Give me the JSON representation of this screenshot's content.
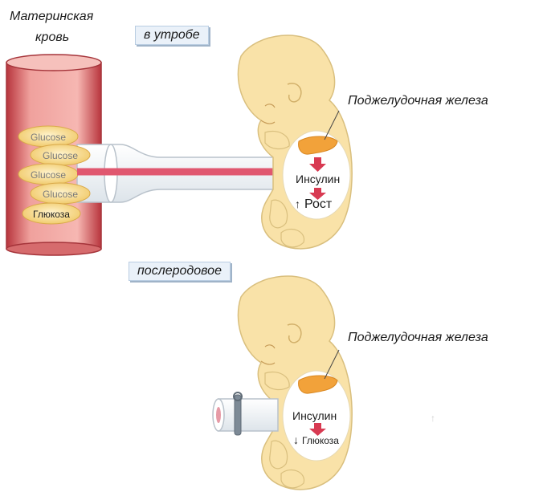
{
  "maternal_blood_label": [
    "Материнская",
    "кровь"
  ],
  "stage_in_utero": "в утробе",
  "stage_postnatal": "послеродовое",
  "glucose_cells": [
    "Glucose",
    "Glucose",
    "Glucose",
    "Glucose",
    "Глюкоза"
  ],
  "pancreas_label": "Поджелудочная железа",
  "insulin_label": "Инсулин",
  "growth_label": "Рост",
  "glucose_label_ru": "Глюкоза",
  "up_arrow": "↑",
  "down_arrow": "↓",
  "colors": {
    "vessel_wall": "#c8494f",
    "vessel_lumen": "#f3a6a2",
    "glucose_fill": "#f7d787",
    "fetus_skin": "#f9e2a8",
    "fetus_outline": "#d9bf7e",
    "pancreas": "#f2a23a",
    "arrow_red": "#d83a52",
    "cord_pink": "#e0576f"
  }
}
